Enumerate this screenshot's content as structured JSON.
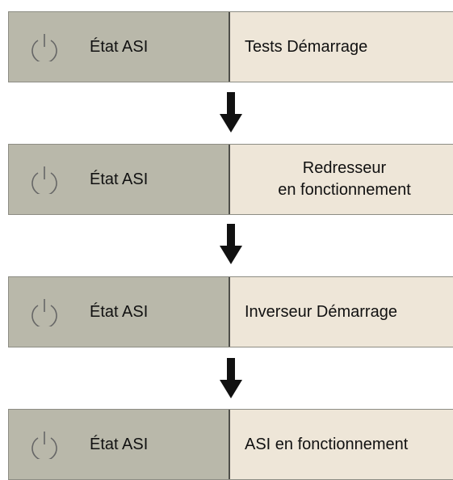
{
  "steps": [
    {
      "state_label": "État ASI",
      "phase_lines": [
        "Tests Démarrage"
      ]
    },
    {
      "state_label": "État ASI",
      "phase_lines": [
        "Redresseur",
        "en fonctionnement"
      ]
    },
    {
      "state_label": "État ASI",
      "phase_lines": [
        "Inverseur Démarrage"
      ]
    },
    {
      "state_label": "État ASI",
      "phase_lines": [
        "ASI en fonctionnement"
      ]
    }
  ],
  "icons": {
    "state": "power-icon",
    "transition": "arrow-down-icon"
  },
  "colors": {
    "left_panel": "#b9b8aa",
    "right_panel": "#eee6d8",
    "divider": "#4f4f4a",
    "icon_stroke": "#666666",
    "arrow": "#111111"
  }
}
